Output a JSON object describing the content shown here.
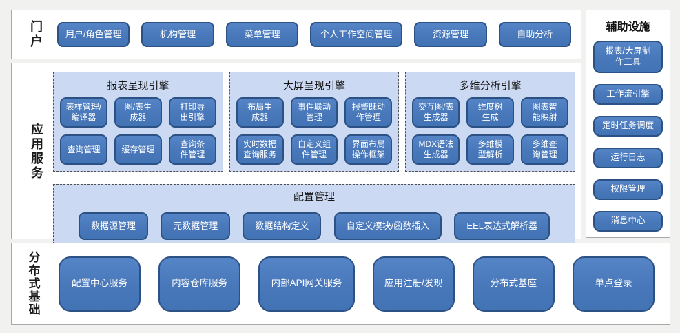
{
  "portal": {
    "label": "门户",
    "items": [
      "用户/角色管理",
      "机构管理",
      "菜单管理",
      "个人工作空间管理",
      "资源管理",
      "自助分析"
    ]
  },
  "app_services": {
    "label": "应用服务",
    "groups": [
      {
        "title": "报表呈现引擎",
        "items": [
          "表样管理/\n编译器",
          "图/表生\n成器",
          "打印导\n出引擎",
          "查询管理",
          "缓存管理",
          "查询条\n件管理"
        ]
      },
      {
        "title": "大屏呈现引擎",
        "items": [
          "布局生\n成器",
          "事件联动\n管理",
          "报警既动\n作管理",
          "实时数据\n查询服务",
          "自定义组\n件管理",
          "界面布局\n操作框架"
        ]
      },
      {
        "title": "多维分析引擎",
        "items": [
          "交互图/表\n生成器",
          "维度树\n生成",
          "图表智\n能映射",
          "MDX语法\n生成器",
          "多维模\n型解析",
          "多维查\n询管理"
        ]
      }
    ],
    "config": {
      "title": "配置管理",
      "items": [
        "数据源管理",
        "元数据管理",
        "数据结构定义",
        "自定义模块/函数插入",
        "EEL表达式解析器"
      ]
    }
  },
  "auxiliary": {
    "title": "辅助设施",
    "items": [
      "报表/大屏制\n作工具",
      "工作流引擎",
      "定时任务调度",
      "运行日志",
      "权限管理",
      "消息中心"
    ]
  },
  "distributed": {
    "label": "分布式基础",
    "items": [
      "配置中心服务",
      "内容仓库服务",
      "内部API网关服务",
      "应用注册/发现",
      "分布式基座",
      "单点登录"
    ]
  },
  "colors": {
    "node_fill": "#4878ba",
    "node_border": "#2c5184",
    "group_fill": "#ccd9f2",
    "group_border_dashed": "#4e4e4e",
    "section_bg": "#ffffff",
    "section_border": "#a9a9a9",
    "page_bg": "#f1f1ef",
    "node_text": "#ffffff",
    "label_text": "#1a1a1a"
  }
}
